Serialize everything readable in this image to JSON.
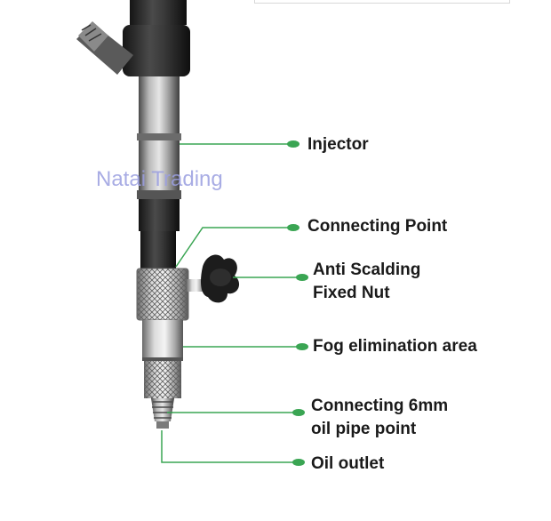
{
  "watermark": "Natai Trading",
  "colors": {
    "leader_line": "#3aa553",
    "leader_dot": "#3aa553",
    "text": "#1a1a1a",
    "watermark": "#9a9ee0",
    "metal": "#8c8c8c",
    "knob": "#1c1c1c"
  },
  "labels": {
    "injector": "Injector",
    "connecting_point": "Connecting Point",
    "anti_scalding_1": "Anti Scalding",
    "anti_scalding_2": "Fixed Nut",
    "fog": "Fog elimination area",
    "connecting_6mm_1": "Connecting 6mm",
    "connecting_6mm_2": "oil pipe point",
    "oil_outlet": "Oil outlet"
  }
}
